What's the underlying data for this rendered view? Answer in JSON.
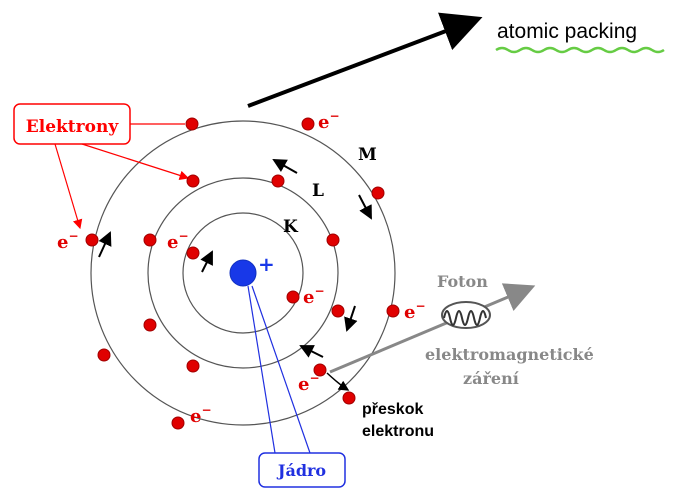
{
  "annotation": {
    "text": "atomic packing"
  },
  "labels": {
    "electrons_box": "Elektrony",
    "nucleus_box": "Jádro",
    "shell_k": "K",
    "shell_l": "L",
    "shell_m": "M",
    "plus": "+",
    "photon": "Foton",
    "radiation_line1": "elektromagnetické",
    "radiation_line2": "záření",
    "jump_line1": "přeskok",
    "jump_line2": "elektronu",
    "electron_symbol": "e",
    "electron_sup": "−"
  },
  "colors": {
    "electron": "#e00000",
    "nucleus": "#1838e8",
    "callout_red": "#ff0000",
    "callout_blue": "#2030e0",
    "annotation_underline": "#66cc44",
    "photon_gray": "#888888"
  }
}
